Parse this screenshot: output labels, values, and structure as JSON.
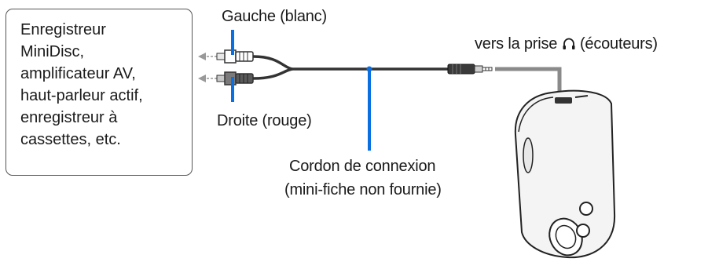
{
  "colors": {
    "accent": "#0a6fe0",
    "callout": "#888888",
    "cable": "#333333",
    "player_body": "#f4f4f4",
    "player_outline": "#222222"
  },
  "device_box": {
    "lines": [
      "Enregistreur",
      "MiniDisc,",
      "amplificateur AV,",
      "haut-parleur actif,",
      "enregistreur à",
      "cassettes, etc."
    ]
  },
  "labels": {
    "left_plug": "Gauche (blanc)",
    "right_plug": "Droite (rouge)",
    "jack_prefix": "vers la prise",
    "jack_icon": "headphones-icon",
    "jack_suffix": "(écouteurs)",
    "cord_line1": "Cordon de connexion",
    "cord_line2": "(mini-fiche non fournie)"
  }
}
